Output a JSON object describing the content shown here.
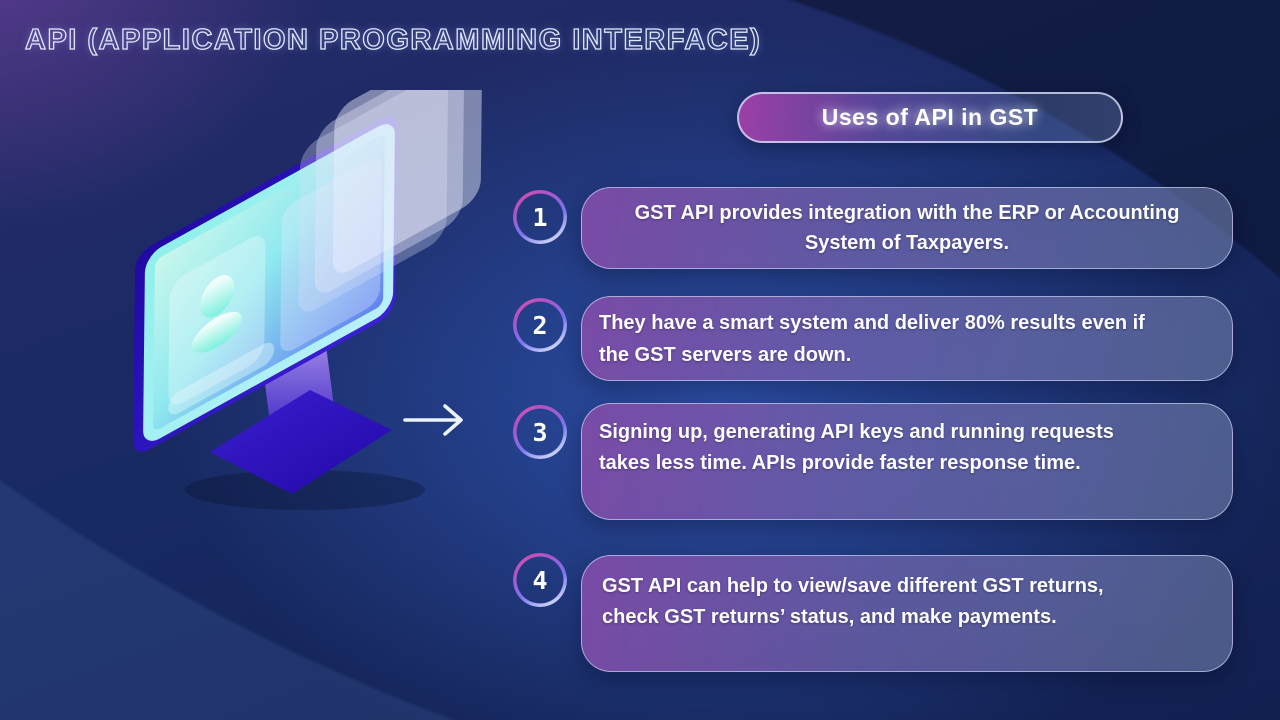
{
  "slide": {
    "title": "API (APPLICATION PROGRAMMING INTERFACE)",
    "header_pill": "Uses of API in GST",
    "items": [
      {
        "number": "1",
        "text": "GST API provides integration with the ERP or Accounting System of Taxpayers."
      },
      {
        "number": "2",
        "text": "They have a smart system and deliver 80% results even if the GST servers are down."
      },
      {
        "number": "3",
        "text": "Signing up, generating API keys and running requests takes less time. APIs provide faster response time."
      },
      {
        "number": "4",
        "text": "GST API can help to view/save different GST returns, check GST returns’ status, and make payments."
      }
    ],
    "illustration": "isometric monitor with profile card and floating panels",
    "arrow": "right arrow",
    "colors": {
      "background_navy": "#17265c",
      "background_purple": "#5e3c92",
      "center_glow_blue": "#2d4fa6",
      "card_gradient_left": "#7e4ca8",
      "card_gradient_right": "#7484ae",
      "pill_gradient_left": "#a340aa",
      "ring_pink": "#e04fae",
      "ring_lavender": "#cfd8fa",
      "screen_cyan": "#8ef2ea",
      "monitor_indigo": "#2a16b8",
      "text_white": "#ffffff"
    }
  }
}
